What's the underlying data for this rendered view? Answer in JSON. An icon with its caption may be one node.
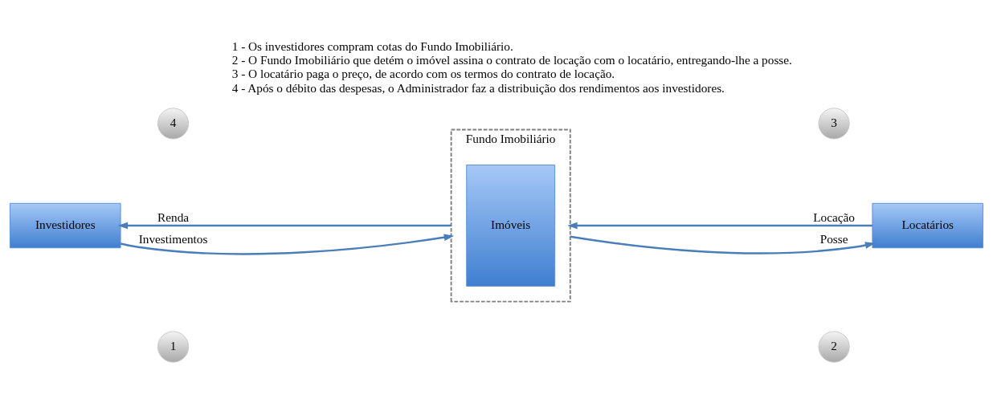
{
  "diagram": {
    "nodes": [
      {
        "text": [
          "4"
        ]
      },
      {
        "text": [
          "Fundo Imobiliário"
        ]
      },
      {
        "text": [
          "3"
        ]
      },
      {
        "text": [
          "Investidores"
        ]
      },
      {
        "text": [
          "Imóveis"
        ],
        "in": 1
      },
      {
        "text": [
          "Locatários"
        ]
      },
      {
        "text": [
          "1"
        ]
      },
      {
        "text": [
          "2"
        ]
      }
    ],
    "edges": [
      {
        "from": 1,
        "to": 3,
        "arrow": "to",
        "label": "Renda"
      },
      {
        "from": 3,
        "to": 1,
        "arrow": "to",
        "label": "Investimentos"
      },
      {
        "from": 5,
        "to": 1,
        "arrow": "to",
        "label": "Locação"
      },
      {
        "from": 1,
        "to": 5,
        "arrow": "to",
        "label": "Posse"
      }
    ],
    "labels": [
      "1 - Os investidores compram cotas do Fundo Imobiliário.",
      "2 - O Fundo Imobiliário que detém o imóvel assina o contrato de locação com o locatário, entregando-lhe a posse.",
      "3 - O locatário paga o preço, de acordo com os termos do contrato de locação.",
      "4 - Após o débito das despesas, o Administrador faz a distribuição dos rendimentos aos investidores."
    ]
  }
}
